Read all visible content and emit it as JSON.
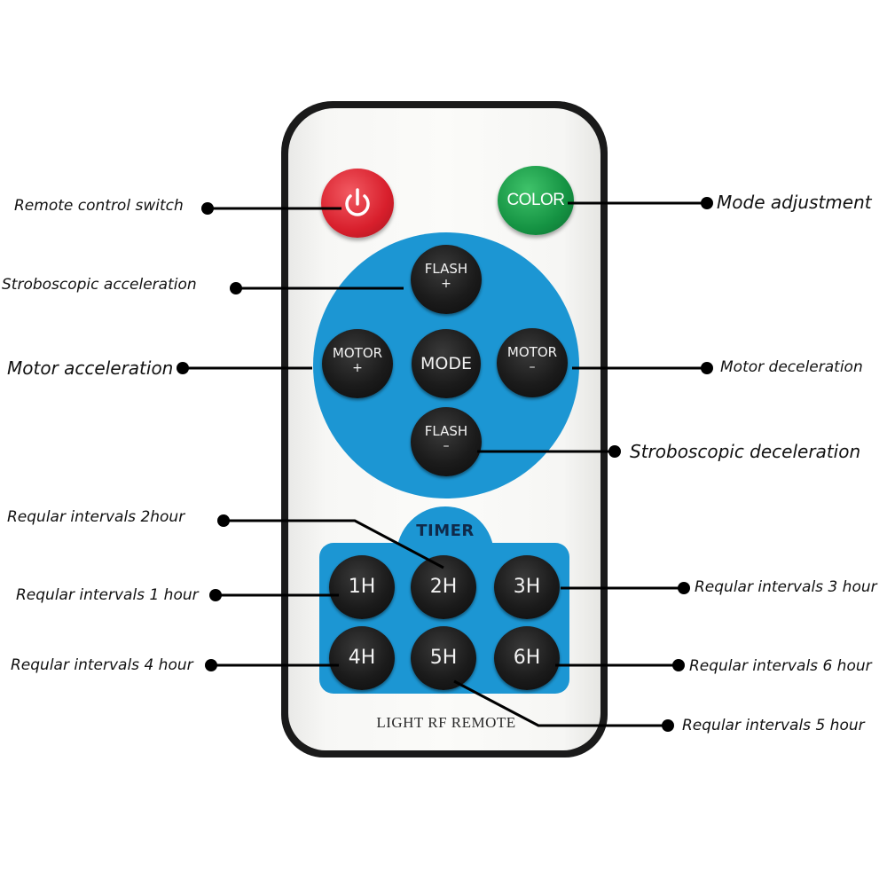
{
  "remote": {
    "color_button": "COLOR",
    "flash_plus": {
      "top": "FLASH",
      "bottom": "+"
    },
    "motor_plus": {
      "top": "MOTOR",
      "bottom": "+"
    },
    "mode": "MODE",
    "motor_minus": {
      "top": "MOTOR",
      "bottom": "–"
    },
    "flash_minus": {
      "top": "FLASH",
      "bottom": "–"
    },
    "timer_title": "TIMER",
    "timer_buttons": [
      "1H",
      "2H",
      "3H",
      "4H",
      "5H",
      "6H"
    ],
    "model": "LIGHT RF REMOTE"
  },
  "callouts": {
    "power": "Remote control switch",
    "mode_adjustment": "Mode adjustment",
    "flash_acceleration": "Stroboscopic acceleration",
    "motor_acceleration": "Motor acceleration",
    "motor_deceleration": "Motor deceleration",
    "flash_deceleration": "Stroboscopic deceleration",
    "timer_2h": "Reqular intervals 2hour",
    "timer_1h": "Reqular intervals 1 hour",
    "timer_3h": "Reqular intervals 3 hour",
    "timer_4h": "Reqular intervals 4 hour",
    "timer_6h": "Reqular intervals 6 hour",
    "timer_5h": "Reqular intervals 5 hour"
  },
  "colors": {
    "power_button": "#d81f2c",
    "color_button": "#159343",
    "keypad_blue": "#1c96d3",
    "button_black": "#1b1b1b",
    "remote_face": "#f7f7f5"
  },
  "icons": {
    "power_button": "power-icon"
  }
}
